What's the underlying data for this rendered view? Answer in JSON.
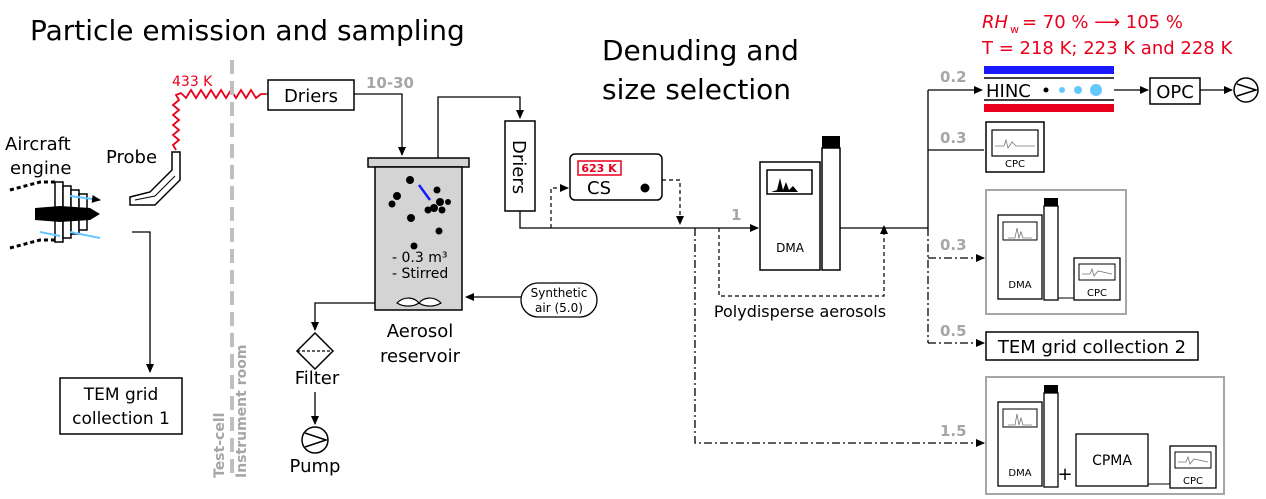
{
  "titles": {
    "emission": "Particle emission and sampling",
    "denuding_line1": "Denuding and",
    "denuding_line2": "size selection"
  },
  "conditions": {
    "rh_prefix": "RH",
    "rh_sub": "w",
    "rh_value": "= 70 % ⟶ 105 %",
    "temp_line": "T = 218 K; 223 K and 228 K"
  },
  "labels": {
    "aircraft_line1": "Aircraft",
    "aircraft_line2": "engine",
    "probe": "Probe",
    "probe_temp": "433 K",
    "test_cell": "Test-cell",
    "instrument_room": "Instrument room",
    "driers_1": "Driers",
    "driers_2": "Driers",
    "flow_10_30": "10-30",
    "reservoir_volume": "- 0.3 m³",
    "reservoir_stirred": "- Stirred",
    "reservoir_line1": "Aerosol",
    "reservoir_line2": "reservoir",
    "synthetic_air_line1": "Synthetic",
    "synthetic_air_line2": "air (5.0)",
    "filter": "Filter",
    "pump": "Pump",
    "tem1_line1": "TEM grid",
    "tem1_line2": "collection 1",
    "cs_temp": "623 K",
    "cs": "CS",
    "flow_1": "1",
    "dma_main": "DMA",
    "polydisperse": "Polydisperse aerosols",
    "hinc": "HINC",
    "opc": "OPC",
    "cpc": "CPC",
    "dma_small": "DMA",
    "tem2": "TEM grid collection 2",
    "cpma": "CPMA",
    "plus": "+",
    "flow_02": "0.2",
    "flow_03a": "0.3",
    "flow_03b": "0.3",
    "flow_05": "0.5",
    "flow_15": "1.5"
  },
  "colors": {
    "accent_red": "#e8001c",
    "accent_blue": "#1a1aff",
    "gray_flow": "#a6a6a6",
    "reservoir_fill": "#d4d4d4"
  }
}
